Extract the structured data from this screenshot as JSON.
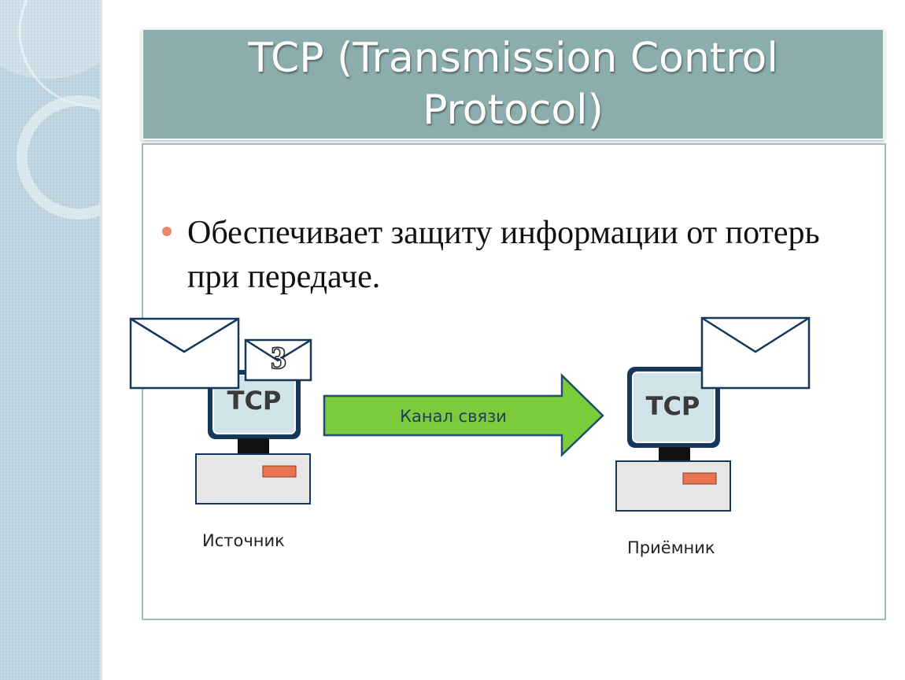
{
  "slide": {
    "title": "TCP (Transmission Control Protocol)",
    "bullet": "Обеспечивает защиту информации от потерь при передаче."
  },
  "diagram": {
    "source_monitor_label": "TCP",
    "receiver_monitor_label": "TCP",
    "packet_number": "3",
    "channel_label": "Канал связи",
    "source_label": "Источник",
    "receiver_label": "Приёмник",
    "colors": {
      "arrow_fill": "#7ccb3a",
      "arrow_stroke": "#1e4e72",
      "monitor_frame": "#15375a",
      "screen": "#cfe3e8",
      "base": "#e6e6e6",
      "led": "#e9744f"
    }
  }
}
